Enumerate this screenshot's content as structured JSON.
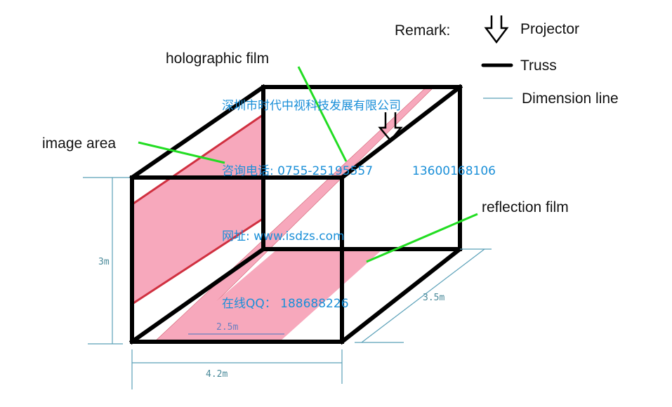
{
  "legend": {
    "title": "Remark:",
    "projector": "Projector",
    "truss": "Truss",
    "dimension": "Dimension line"
  },
  "labels": {
    "holographic": "holographic film",
    "image_area": "image area",
    "reflection": "reflection film"
  },
  "dimensions": {
    "height": "3m",
    "width": "4.2m",
    "depth": "3.5m",
    "film": "2.5m"
  },
  "watermark": {
    "company": "深圳市时代中视科技发展有限公司",
    "phone": "咨询电话: 0755-25195557",
    "mobile": "13600168106",
    "site": "网址: www.isdzs.com",
    "qq": "在线QQ： 188688226"
  },
  "colors": {
    "film": "#f7a8bc",
    "truss": "#000000",
    "dim": "#5aa0b8",
    "leader": "#22dd22",
    "watermark": "#1a8fd8",
    "edge": "#d03040"
  }
}
